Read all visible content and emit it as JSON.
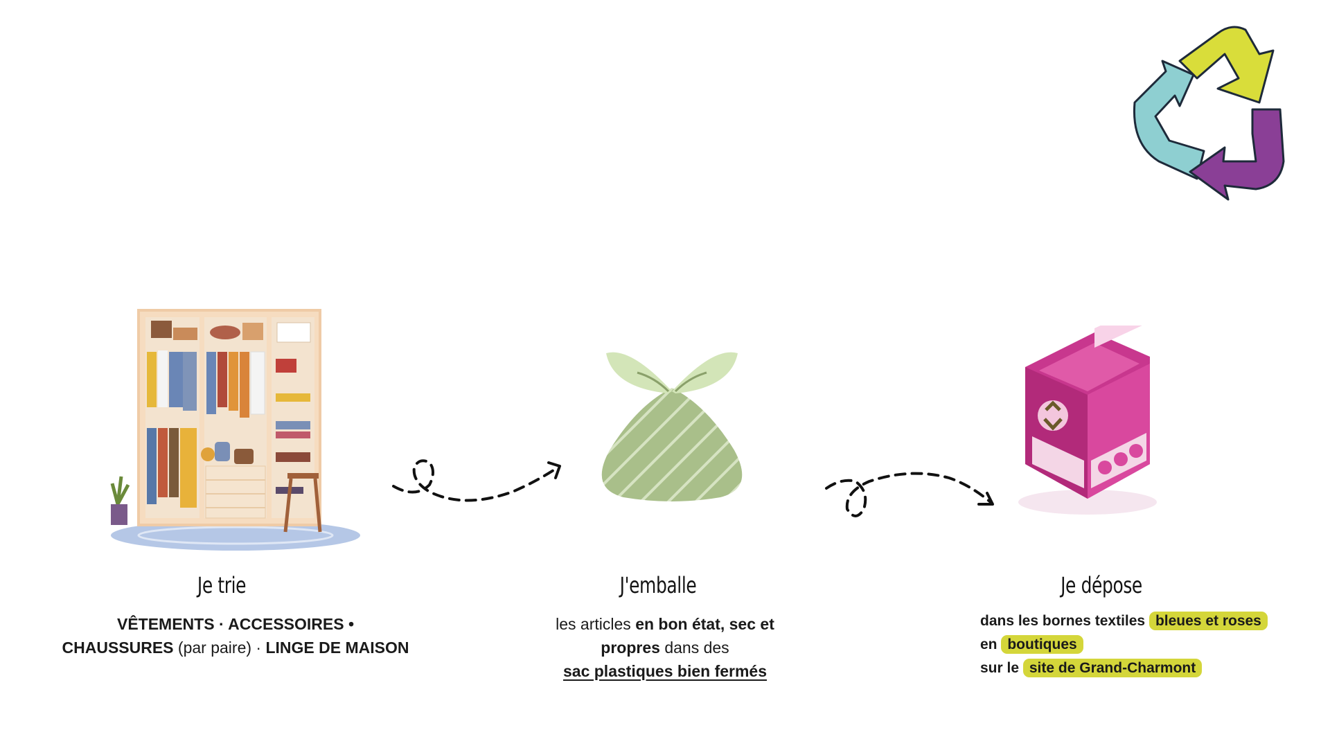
{
  "steps": [
    {
      "title": "Je trie",
      "line1": [
        "VÊTEMENTS · ACCESSOIRES •"
      ],
      "line2_bold_a": "CHAUSSURES",
      "line2_normal": " (par paire) · ",
      "line2_bold_b": "LINGE DE MAISON"
    },
    {
      "title": "J'emballe",
      "text_a": "les articles ",
      "text_b": "en bon état, sec et propres",
      "text_c": " dans des",
      "text_d": "sac plastiques bien fermés "
    },
    {
      "title": "Je dépose",
      "line1_text": "dans les bornes textiles",
      "line1_highlight": "bleues et roses",
      "line2_text": "en",
      "line2_highlight": "boutiques",
      "line3_text": "sur le",
      "line3_highlight": "site de Grand-Charmont"
    }
  ],
  "colors": {
    "highlight": "#d4d63a",
    "recycle_yellow": "#d9dd3a",
    "recycle_blue": "#8ecfd1",
    "recycle_purple": "#8a3f96",
    "bag_green": "#a9bf8a",
    "bin_pink": "#c8378e"
  },
  "icons": [
    "recycle-logo-icon",
    "wardrobe-icon",
    "bundle-bag-icon",
    "textile-bin-icon",
    "dashed-arrow-icon"
  ]
}
